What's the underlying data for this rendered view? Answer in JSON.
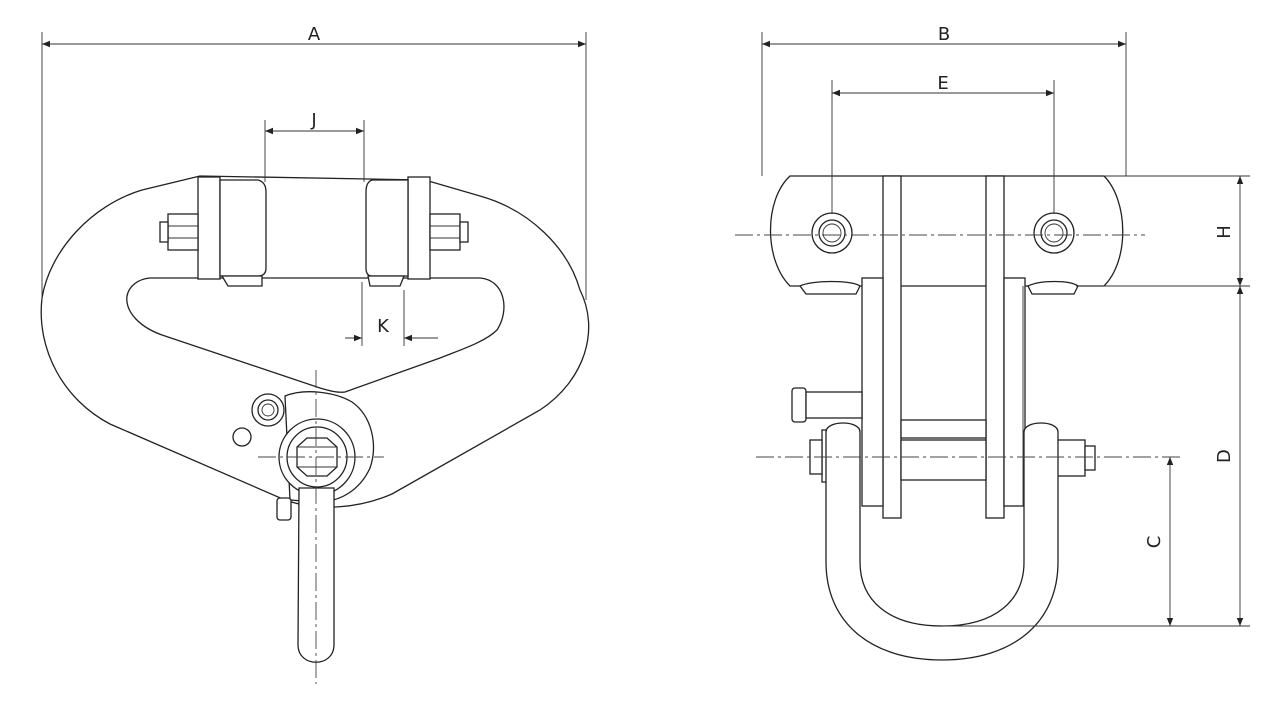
{
  "labels": {
    "A": "A",
    "B": "B",
    "C": "C",
    "D": "D",
    "E": "E",
    "H": "H",
    "J": "J",
    "K": "K"
  }
}
